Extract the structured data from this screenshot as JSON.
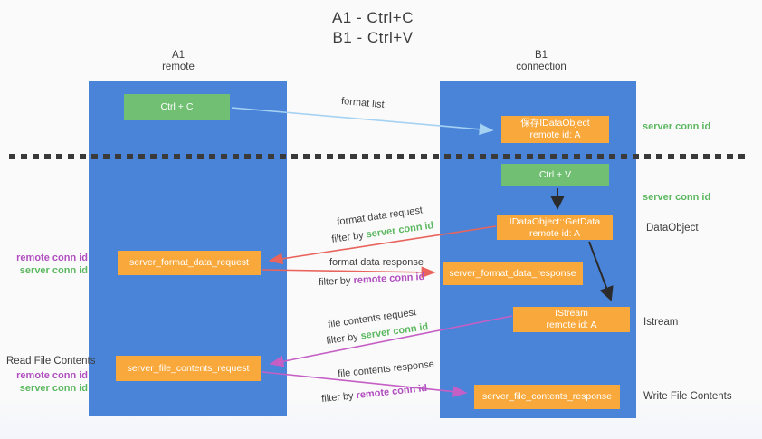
{
  "title": {
    "line1": "A1 - Ctrl+C",
    "line2": "B1 - Ctrl+V"
  },
  "columns": {
    "a1": {
      "name": "A1",
      "subtitle": "remote"
    },
    "b1": {
      "name": "B1",
      "subtitle": "connection"
    }
  },
  "nodes": {
    "ctrl_c": {
      "label": "Ctrl + C"
    },
    "save_idataobject": {
      "line1": "保存IDataObject",
      "line2": "remote id: A"
    },
    "ctrl_v": {
      "label": "Ctrl + V"
    },
    "getdata": {
      "line1": "IDataObject::GetData",
      "line2": "remote id: A"
    },
    "format_request": {
      "label": "server_format_data_request"
    },
    "format_response": {
      "label": "server_format_data_response"
    },
    "istream": {
      "line1": "IStream",
      "line2": "remote id: A"
    },
    "file_request": {
      "label": "server_file_contents_request"
    },
    "file_response": {
      "label": "server_file_contents_response"
    }
  },
  "flow_labels": {
    "format_list": "format list",
    "format_data_request": "format data request",
    "format_data_request_filter_prefix": "filter by ",
    "format_data_request_filter_key": "server conn id",
    "format_data_response": "format data response",
    "format_data_response_filter_prefix": "filter by ",
    "format_data_response_filter_key": "remote conn id",
    "file_contents_request": "file contents request",
    "file_contents_request_filter_prefix": "filter by ",
    "file_contents_request_filter_key": "server conn id",
    "file_contents_response": "file contents response",
    "file_contents_response_filter_prefix": "filter by ",
    "file_contents_response_filter_key": "remote conn id"
  },
  "side_labels": {
    "left_format_remote": "remote conn id",
    "left_format_server": "server conn id",
    "read_file_contents": "Read File Contents",
    "left_file_remote": "remote conn id",
    "left_file_server": "server conn id",
    "right_server_conn_top": "server conn id",
    "right_server_conn_mid": "server conn id",
    "dataobject": "DataObject",
    "istream": "Istream",
    "write_file_contents": "Write File Contents"
  },
  "colors": {
    "column_blue": "#4a84d8",
    "node_green": "#71bf73",
    "node_orange": "#f9a83b",
    "arrow_lightblue": "#a5d2f2",
    "arrow_red": "#e8645c",
    "arrow_magenta": "#c55fc5",
    "arrow_black": "#2b2b2b",
    "text_green": "#5cb860",
    "text_purple": "#b14fc0",
    "text_dark": "#3d3d3d"
  }
}
